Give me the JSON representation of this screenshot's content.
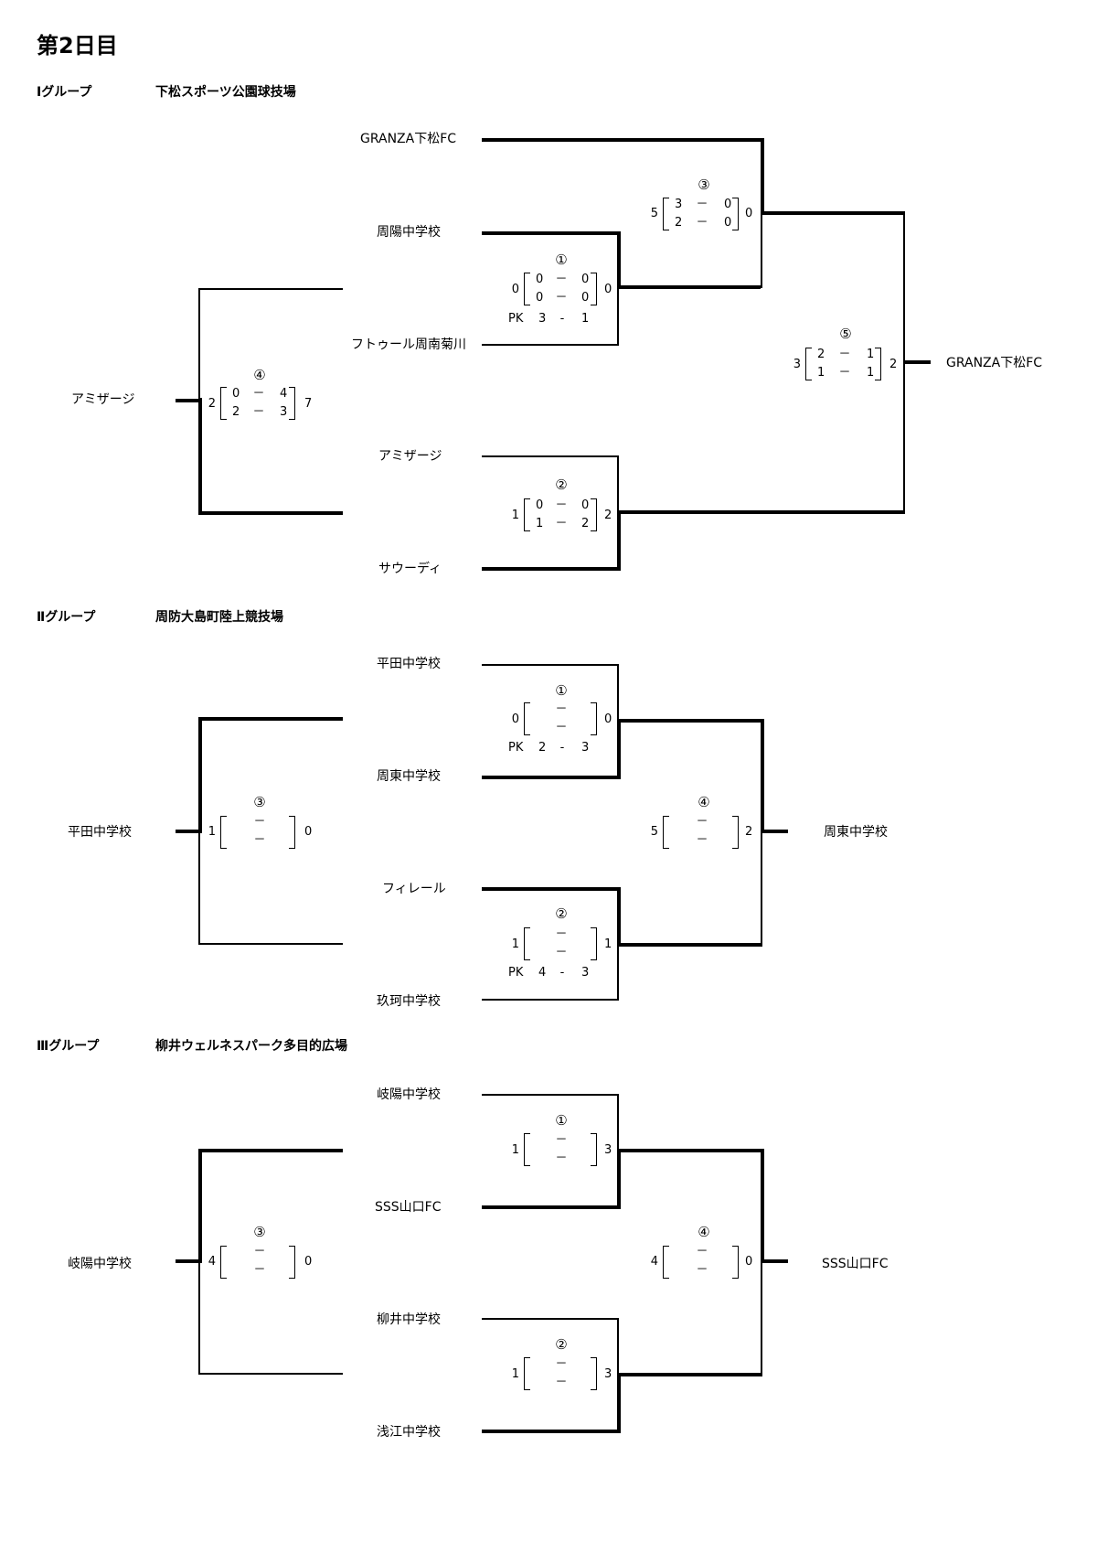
{
  "page_title": "第2日目",
  "groups": [
    {
      "name": "Ⅰグループ",
      "venue": "下松スポーツ公園球技場",
      "teams": [
        "GRANZA下松FC",
        "周陽中学校",
        "フトゥール周南菊川",
        "アミザージ",
        "サウーディ"
      ],
      "matches": {
        "m1": {
          "no": "①",
          "left": "0",
          "right": "0",
          "s1l": "0",
          "s1r": "0",
          "s2l": "0",
          "s2r": "0",
          "pk_label": "PK",
          "pk_l": "3",
          "pk_r": "1"
        },
        "m2": {
          "no": "②",
          "left": "1",
          "right": "2",
          "s1l": "0",
          "s1r": "0",
          "s2l": "1",
          "s2r": "2"
        },
        "m3": {
          "no": "③",
          "left": "5",
          "right": "0",
          "s1l": "3",
          "s1r": "0",
          "s2l": "2",
          "s2r": "0"
        },
        "m4": {
          "no": "④",
          "left": "2",
          "right": "7",
          "s1l": "0",
          "s1r": "4",
          "s2l": "2",
          "s2r": "3"
        },
        "m5": {
          "no": "⑤",
          "left": "3",
          "right": "2",
          "s1l": "2",
          "s1r": "1",
          "s2l": "1",
          "s2r": "1"
        }
      },
      "winner_left": "アミザージ",
      "winner_right": "GRANZA下松FC"
    },
    {
      "name": "Ⅱグループ",
      "venue": "周防大島町陸上競技場",
      "teams": [
        "平田中学校",
        "周東中学校",
        "フィレール",
        "玖珂中学校"
      ],
      "matches": {
        "m1": {
          "no": "①",
          "left": "0",
          "right": "0",
          "pk_label": "PK",
          "pk_l": "2",
          "pk_r": "3"
        },
        "m2": {
          "no": "②",
          "left": "1",
          "right": "1",
          "pk_label": "PK",
          "pk_l": "4",
          "pk_r": "3"
        },
        "m3": {
          "no": "③",
          "left": "1",
          "right": "0"
        },
        "m4": {
          "no": "④",
          "left": "5",
          "right": "2"
        }
      },
      "winner_left": "平田中学校",
      "winner_right": "周東中学校"
    },
    {
      "name": "Ⅲグループ",
      "venue": "柳井ウェルネスパーク多目的広場",
      "teams": [
        "岐陽中学校",
        "SSS山口FC",
        "柳井中学校",
        "浅江中学校"
      ],
      "matches": {
        "m1": {
          "no": "①",
          "left": "1",
          "right": "3"
        },
        "m2": {
          "no": "②",
          "left": "1",
          "right": "3"
        },
        "m3": {
          "no": "③",
          "left": "4",
          "right": "0"
        },
        "m4": {
          "no": "④",
          "left": "4",
          "right": "0"
        }
      },
      "winner_left": "岐陽中学校",
      "winner_right": "SSS山口FC"
    }
  ],
  "dash": "－",
  "dash_small": "-"
}
